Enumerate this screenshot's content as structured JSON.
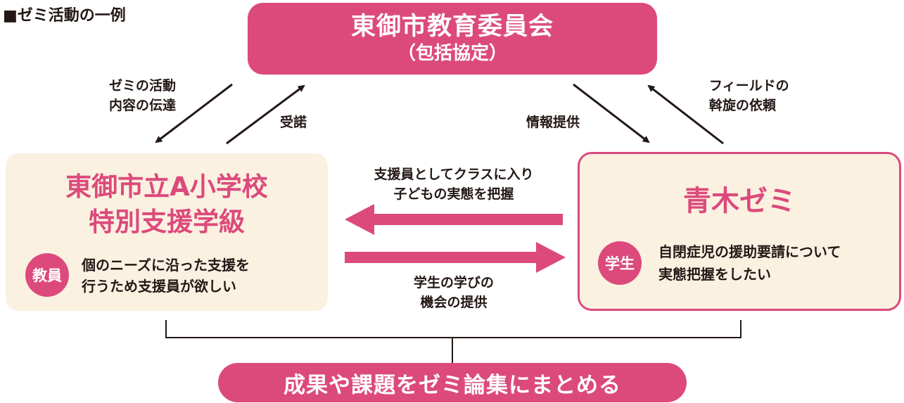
{
  "heading": "■ゼミ活動の一例",
  "committee": {
    "line1": "東御市教育委員会",
    "line2": "（包括協定）"
  },
  "school": {
    "line1": "東御市立A小学校",
    "line2": "特別支援学級",
    "role": "教員",
    "desc_line1": "個のニーズに沿った支援を",
    "desc_line2": "行うため支援員が欲しい"
  },
  "zemi": {
    "title": "青木ゼミ",
    "role": "学生",
    "desc_line1": "自閉症児の援助要請について",
    "desc_line2": "実態把握をしたい"
  },
  "labels": {
    "share_line1": "ゼミの活動",
    "share_line2": "内容の伝達",
    "accept": "受諾",
    "info": "情報提供",
    "field_line1": "フィールドの",
    "field_line2": "斡旋の依頼",
    "support_line1": "支援員としてクラスに入り",
    "support_line2": "子どもの実態を把握",
    "learn_line1": "学生の学びの",
    "learn_line2": "機会の提供"
  },
  "bottom": "成果や課題をゼミ論集にまとめる",
  "colors": {
    "accent": "#dc4a7c",
    "box_bg": "#fbf1e1",
    "text": "#231815"
  }
}
